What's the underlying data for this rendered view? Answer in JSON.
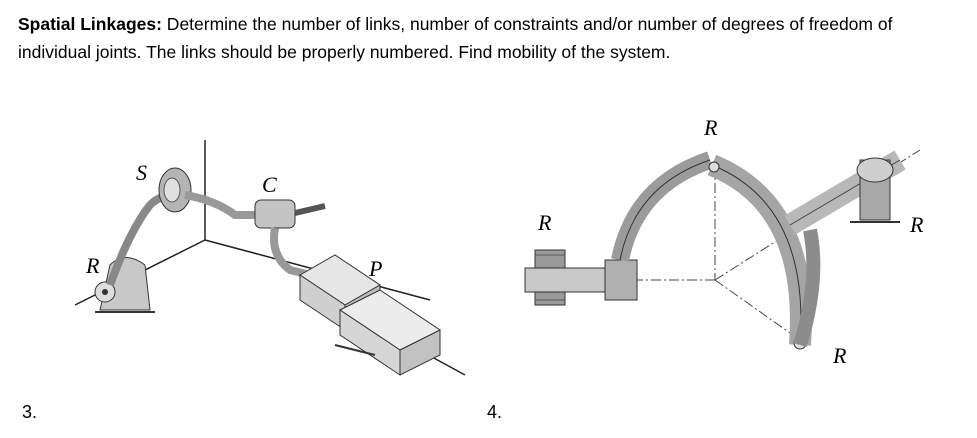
{
  "problem": {
    "title": "Spatial Linkages:",
    "text": " Determine the number of links,  number of constraints and/or number of degrees of freedom of individual joints. The links should be properly numbered. Find mobility of the system."
  },
  "figure3": {
    "number": "3.",
    "labels": {
      "R": "R",
      "S": "S",
      "C": "C",
      "P": "P"
    }
  },
  "figure4": {
    "number": "4.",
    "labels": {
      "R_top": "R",
      "R_left": "R",
      "R_right": "R",
      "R_bottom": "R"
    }
  }
}
